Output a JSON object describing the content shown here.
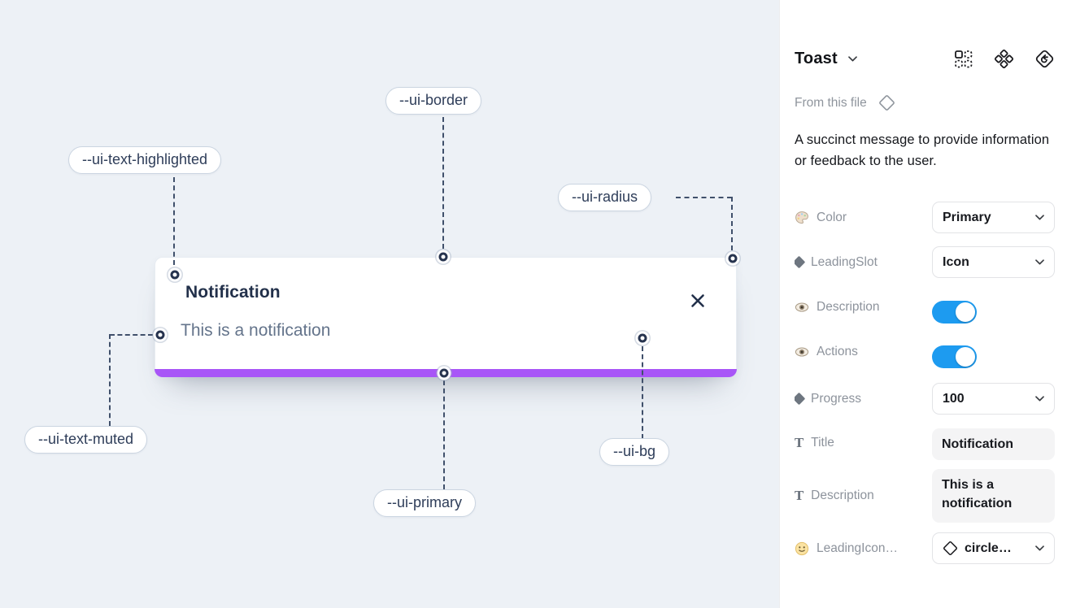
{
  "colors": {
    "canvasBg": "#EDF1F6",
    "primary": "#A855F7",
    "toggleOn": "#1D9BF0",
    "ink": "#22304A",
    "muted": "#64748B",
    "dash": "#40506B"
  },
  "canvas": {
    "toast": {
      "title": "Notification",
      "description": "This is a notification"
    },
    "variables": {
      "border": {
        "text": "--ui-border"
      },
      "text_highlighted": {
        "text": "--ui-text-highlighted"
      },
      "radius": {
        "text": "--ui-radius"
      },
      "text_muted": {
        "text": "--ui-text-muted"
      },
      "primary": {
        "text": "--ui-primary"
      },
      "bg": {
        "text": "--ui-bg"
      }
    }
  },
  "panel": {
    "title": "Toast",
    "source": "From this file",
    "description": "A succinct message to provide information or feedback to the user.",
    "props": {
      "color": {
        "label": "Color",
        "value": "Primary",
        "control": "select"
      },
      "leading_slot": {
        "label": "LeadingSlot",
        "value": "Icon",
        "control": "select"
      },
      "description": {
        "label": "Description",
        "value": "on",
        "control": "toggle"
      },
      "actions": {
        "label": "Actions",
        "value": "on",
        "control": "toggle"
      },
      "progress": {
        "label": "Progress",
        "value": "100",
        "control": "select"
      },
      "title_field": {
        "label": "Title",
        "value": "Notification",
        "control": "text"
      },
      "desc_field": {
        "label": "Description",
        "value": "This is a notification",
        "control": "text"
      },
      "leading_icon": {
        "label": "LeadingIcon…",
        "value": "circle…",
        "control": "select"
      }
    }
  }
}
